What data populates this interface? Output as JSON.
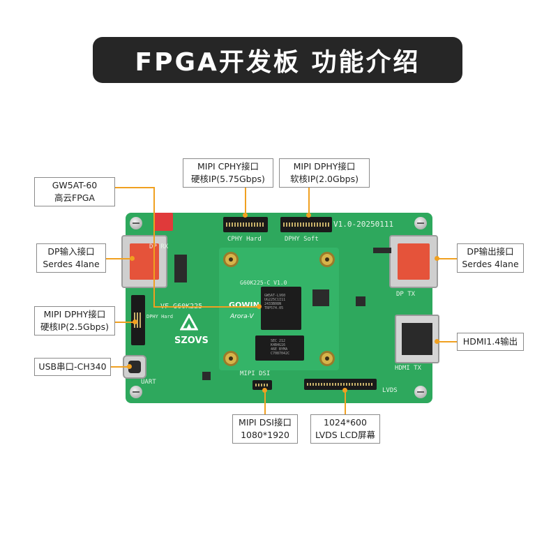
{
  "title": "FPGA开发板 功能介绍",
  "callouts": {
    "gw5at": [
      "GW5AT-60",
      "高云FPGA"
    ],
    "cphy": [
      "MIPI CPHY接口",
      "硬核IP(5.75Gbps)"
    ],
    "dphy_soft": [
      "MIPI DPHY接口",
      "软核IP(2.0Gbps)"
    ],
    "dp_in": [
      "DP输入接口",
      "Serdes 4lane"
    ],
    "dp_out": [
      "DP输出接口",
      "Serdes 4lane"
    ],
    "dphy_hard": [
      "MIPI DPHY接口",
      "硬核IP(2.5Gbps)"
    ],
    "hdmi": [
      "HDMI1.4输出"
    ],
    "usb": [
      "USB串口-CH340"
    ],
    "dsi": [
      "MIPI DSI接口",
      "1080*1920"
    ],
    "lvds": [
      "1024*600",
      "LVDS LCD屏幕"
    ]
  },
  "board": {
    "version": "V1.0-20250111",
    "dp_rx": "DP RX",
    "dp_tx": "DP TX",
    "cphy_hard": "CPHY Hard",
    "dphy_soft": "DPHY Soft",
    "vf_label": "VF G60K225",
    "dphy_hard": "DPHY Hard",
    "brand": "SZOVS",
    "module_label": "G60K225-C V1.0",
    "gowin": "GOWIN",
    "arora": "Arora-V",
    "fpga_marking": "GW5AT-LV60\nUG225C1I11\n2433B08N\nTRP574.05",
    "ddr_marking": "SEC 212\nK4B4G16\n46E BYMA\nC7087042C",
    "hdmi_tx": "HDMI TX",
    "uart": "UART",
    "mipi_dsi": "MIPI DSI",
    "lvds": "LVDS"
  },
  "colors": {
    "title_bg": "#262626",
    "board_green": "#2ea85d",
    "accent_line": "#f0a020"
  }
}
